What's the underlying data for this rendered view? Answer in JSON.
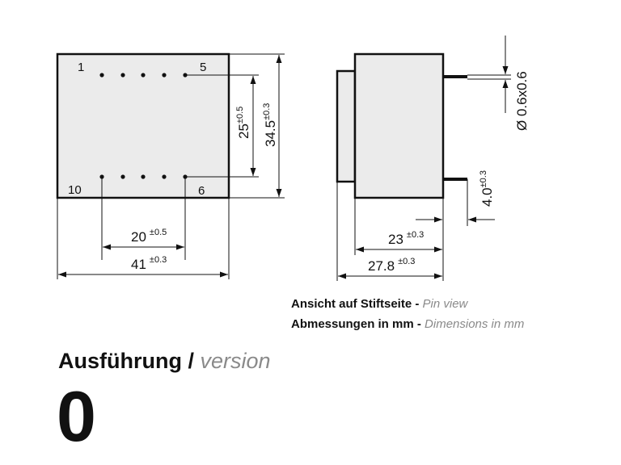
{
  "pin_view": {
    "pins_top": {
      "first": "1",
      "last": "5"
    },
    "pins_bottom": {
      "first": "10",
      "last": "6"
    },
    "dim_pin_rows": {
      "value": "25",
      "tol": "±0.5"
    },
    "dim_height": {
      "value": "34.5",
      "tol": "±0.3"
    },
    "dim_pin_span": {
      "value": "20",
      "tol": "±0.5"
    },
    "dim_width": {
      "value": "41",
      "tol": "±0.3"
    }
  },
  "side_view": {
    "dim_pin": {
      "value": "Ø 0.6x0.6"
    },
    "dim_pin_length": {
      "value": "4.0",
      "tol": "±0.3"
    },
    "dim_body": {
      "value": "23",
      "tol": "±0.3"
    },
    "dim_total": {
      "value": "27.8",
      "tol": "±0.3"
    }
  },
  "caption": {
    "line1_de": "Ansicht auf Stiftseite -",
    "line1_en": "Pin view",
    "line2_de": "Abmessungen in mm -",
    "line2_en": "Dimensions in mm"
  },
  "version": {
    "label_de": "Ausführung /",
    "label_en": "version",
    "code": "0"
  }
}
